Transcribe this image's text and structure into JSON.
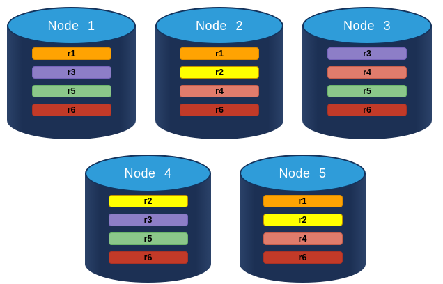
{
  "cylinder_style": {
    "body_color": "#1C3054",
    "body_edge_color": "#2B4269",
    "top_fill": "#2F9CD9",
    "top_border": "#14335C",
    "label_color": "#FFFFFF"
  },
  "replica_colors": {
    "r1": {
      "fill": "#FFA302",
      "border": "#DD8C00"
    },
    "r2": {
      "fill": "#FFFF00",
      "border": "#BF9000"
    },
    "r3": {
      "fill": "#8D7EC7",
      "border": "#7765BC"
    },
    "r4": {
      "fill": "#E07C6C",
      "border": "#C75F4D"
    },
    "r5": {
      "fill": "#8BC78A",
      "border": "#6CB56B"
    },
    "r6": {
      "fill": "#C23A28",
      "border": "#A93226"
    }
  },
  "nodes": [
    {
      "label": "Node 1",
      "replicas": [
        "r1",
        "r3",
        "r5",
        "r6"
      ]
    },
    {
      "label": "Node 2",
      "replicas": [
        "r1",
        "r2",
        "r4",
        "r6"
      ]
    },
    {
      "label": "Node 3",
      "replicas": [
        "r3",
        "r4",
        "r5",
        "r6"
      ]
    },
    {
      "label": "Node 4",
      "replicas": [
        "r2",
        "r3",
        "r5",
        "r6"
      ]
    },
    {
      "label": "Node 5",
      "replicas": [
        "r1",
        "r2",
        "r4",
        "r6"
      ]
    }
  ]
}
